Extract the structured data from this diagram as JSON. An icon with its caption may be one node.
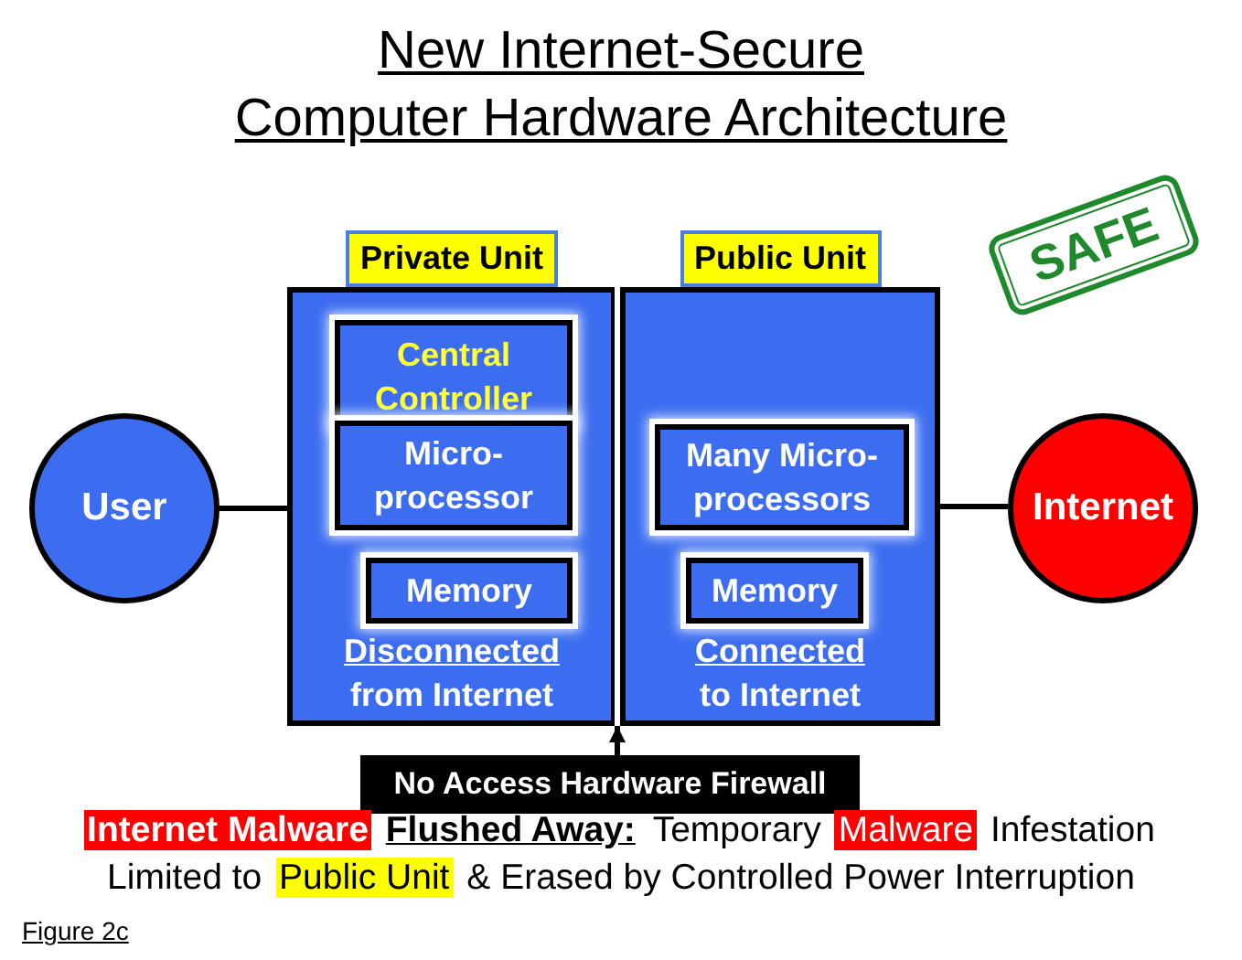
{
  "diagram": {
    "nodes": [
      {
        "text": [
          "Private Unit",
          "Disconnected from Internet"
        ]
      },
      {
        "text": [
          "Central Controller"
        ],
        "in": 0
      },
      {
        "text": [
          "Micro- processor"
        ],
        "in": 0
      },
      {
        "text": [
          "Memory"
        ],
        "in": 0
      },
      {
        "text": [
          "Public Unit",
          "Connected to Internet"
        ]
      },
      {
        "text": [
          "Many Micro- processors"
        ],
        "in": 4
      },
      {
        "text": [
          "Memory"
        ],
        "in": 4
      },
      {
        "text": [
          "User"
        ]
      },
      {
        "text": [
          "Internet"
        ]
      },
      {
        "text": [
          "No Access Hardware Firewall"
        ]
      },
      {
        "text": [
          "SAFE"
        ]
      },
      {
        "text": [],
        "shape": "bar"
      }
    ],
    "edges": [
      {
        "from": 7,
        "to": 0,
        "arrow": "none"
      },
      {
        "from": 4,
        "to": 8,
        "arrow": "none"
      },
      {
        "from": 9,
        "to": 11,
        "arrow": "to"
      }
    ],
    "labels": [
      "New Internet-Secure",
      "Computer Hardware Architecture",
      "Internet Malware",
      "Flushed Away:",
      "Temporary",
      "Malware",
      "Infestation",
      "Limited to",
      "Public Unit",
      "& Erased by Controlled Power Interruption",
      "Figure 2c"
    ]
  }
}
